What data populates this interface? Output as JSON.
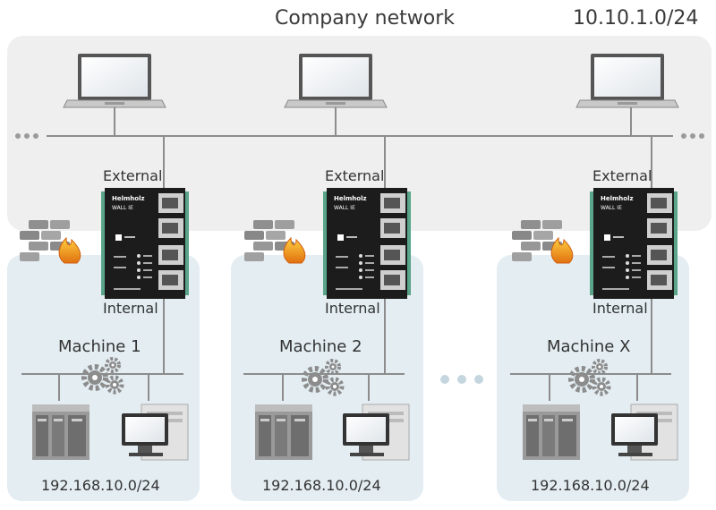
{
  "company": {
    "title": "Company network",
    "subnet": "10.10.1.0/24"
  },
  "device": {
    "brand": "Helmholz",
    "model": "WALL IE"
  },
  "labels": {
    "external": "External",
    "internal": "Internal"
  },
  "machines": [
    {
      "name": "Machine 1",
      "subnet": "192.168.10.0/24"
    },
    {
      "name": "Machine 2",
      "subnet": "192.168.10.0/24"
    },
    {
      "name": "Machine X",
      "subnet": "192.168.10.0/24"
    }
  ],
  "colors": {
    "company_bg": "#efefef",
    "machine_bg": "#e3edf2",
    "line": "#8c8c8c",
    "device": "#1c1c1c",
    "device_rail": "#5aa58a",
    "fire": "#f0a020"
  }
}
